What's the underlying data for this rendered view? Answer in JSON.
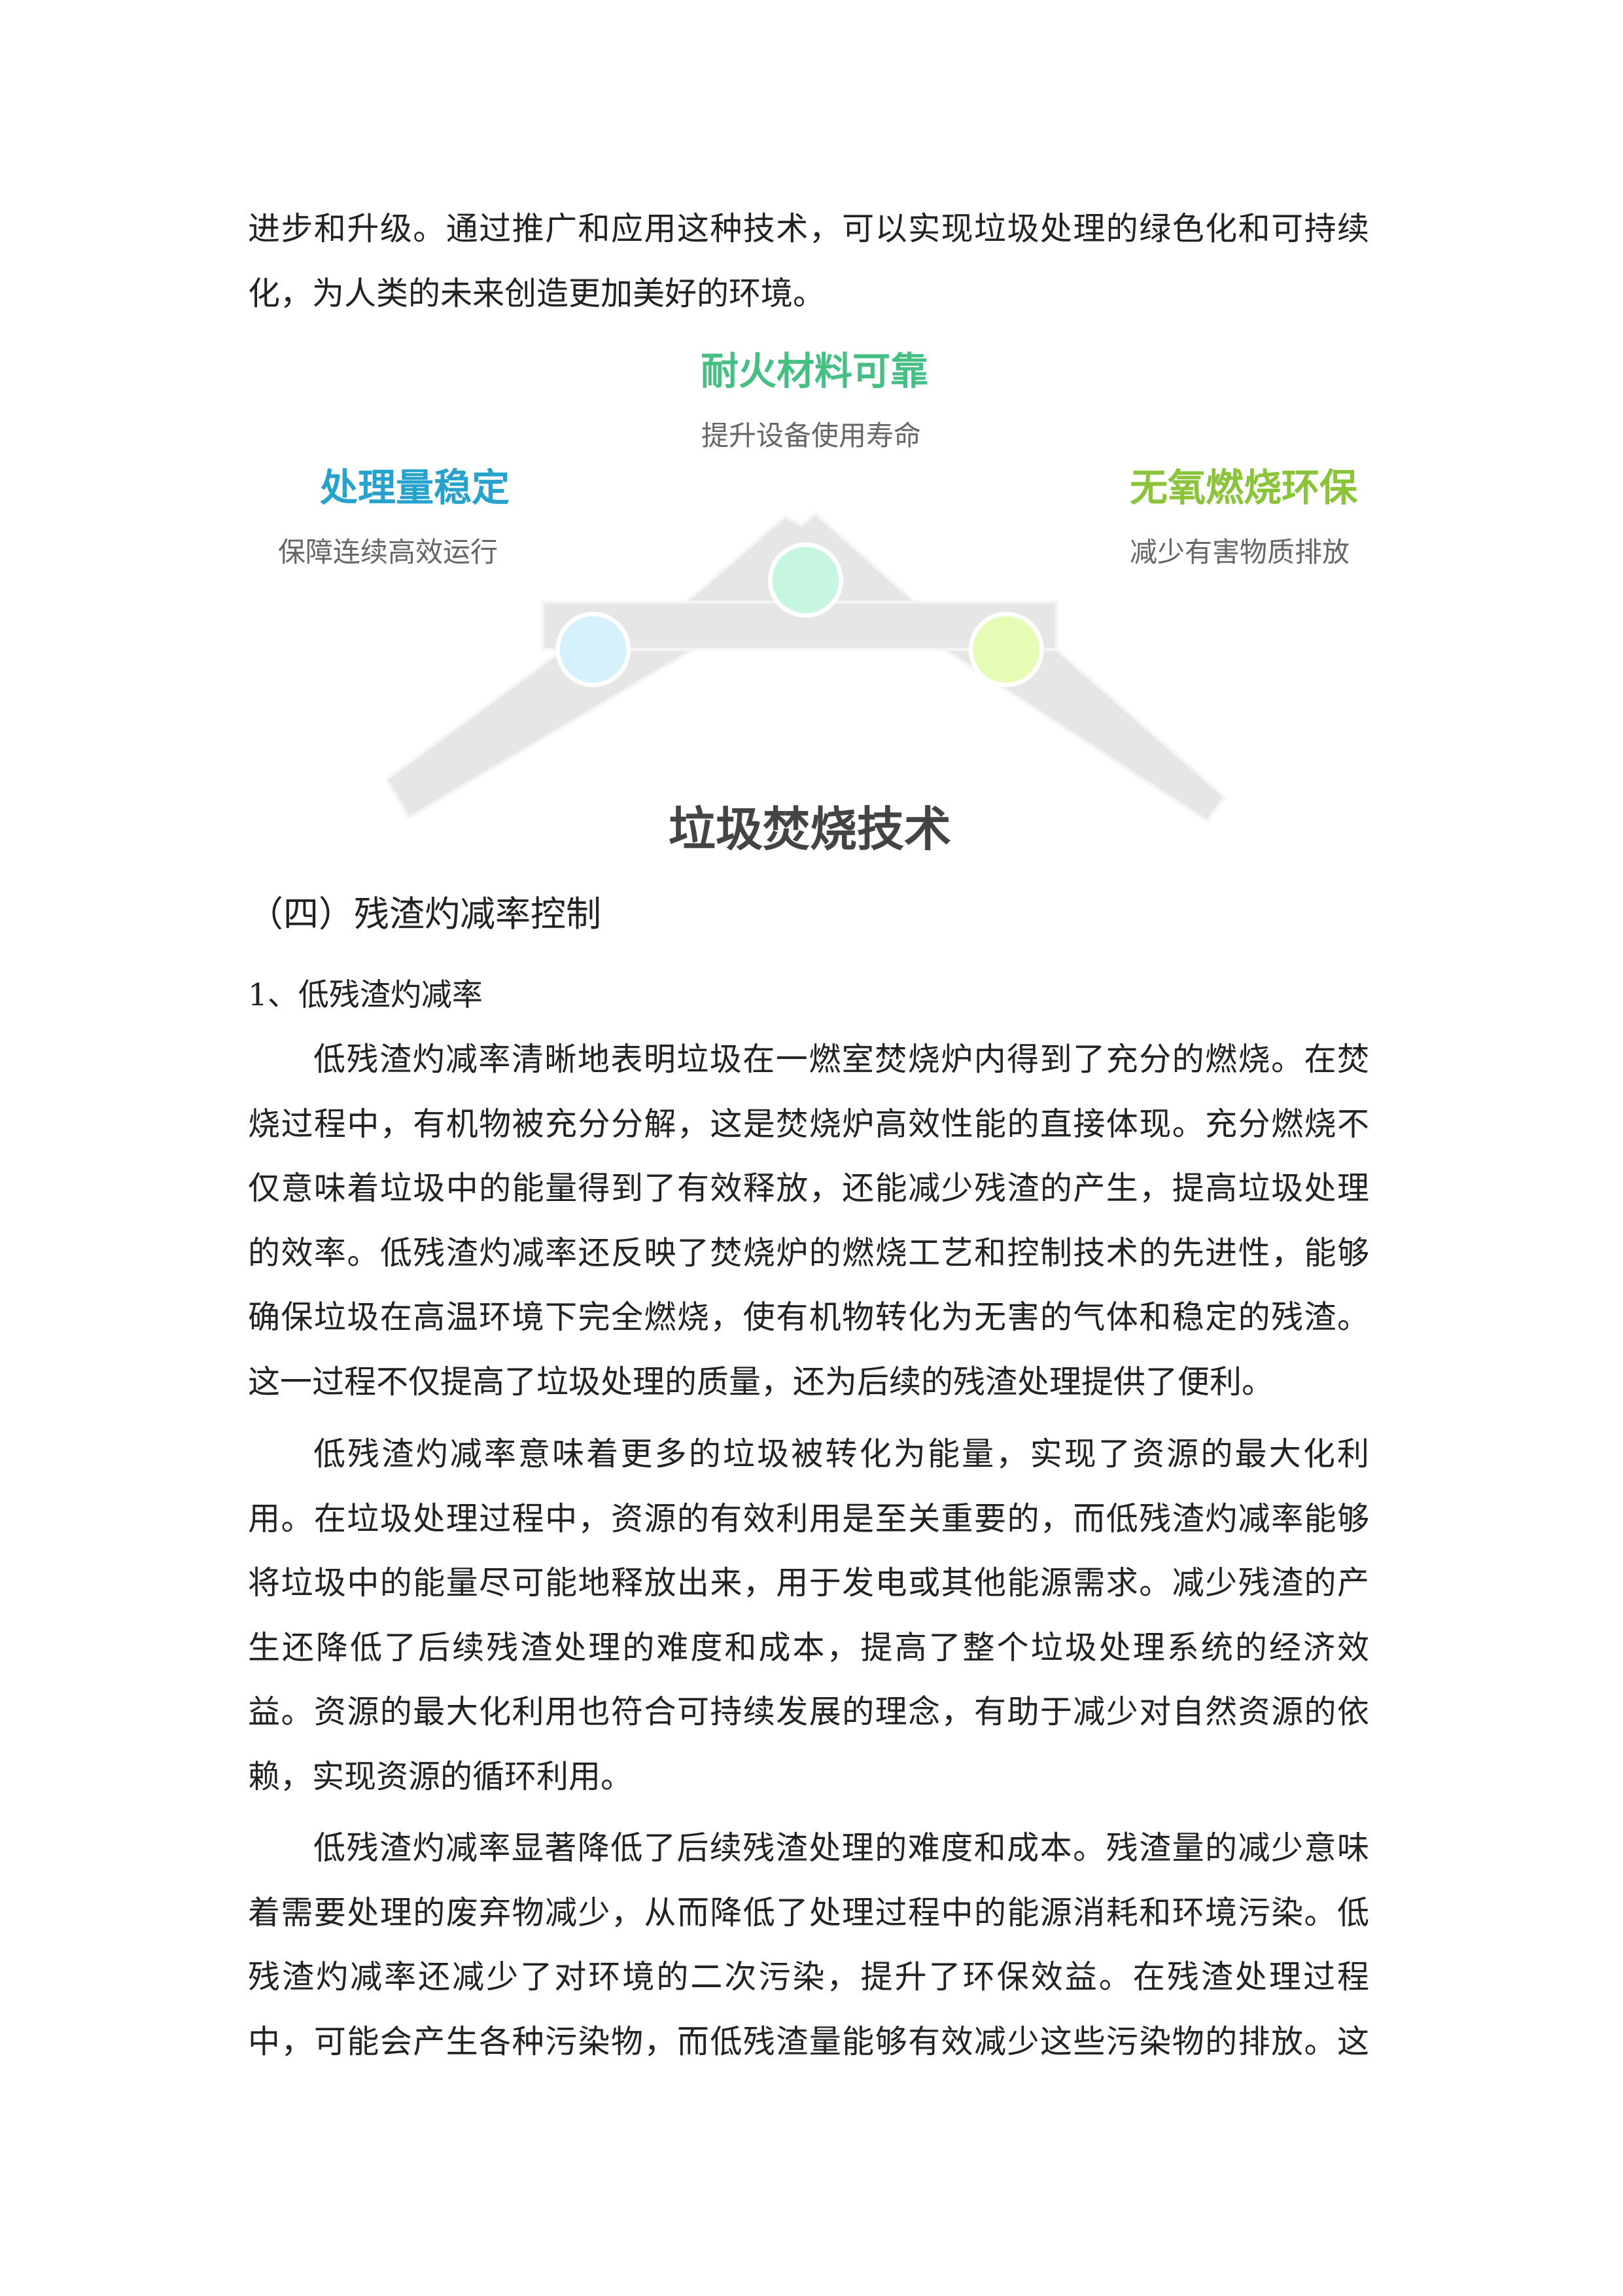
{
  "intro_lines": [
    "进步和升级。通过推广和应用这种技术，可以实现垃圾处理的绿色化和可持续",
    "化，为人类的未来创造更加美好的环境。"
  ],
  "diagram": {
    "center_title": "垃圾焚烧技术",
    "items": [
      {
        "title": "耐火材料可靠",
        "subtitle": "提升设备使用寿命",
        "color": "#46bf84",
        "circle_color": "#c6f6df"
      },
      {
        "title": "处理量稳定",
        "subtitle": "保障连续高效运行",
        "color": "#27a2cc",
        "circle_color": "#d4f1fc"
      },
      {
        "title": "无氧燃烧环保",
        "subtitle": "减少有害物质排放",
        "color": "#8bc43a",
        "circle_color": "#e6fbb6"
      }
    ],
    "shape_color": "#e6e6e6"
  },
  "section_heading": "（四）残渣灼减率控制",
  "subsection_heading": "1、低残渣灼减率",
  "paragraphs": [
    [
      "低残渣灼减率清晰地表明垃圾在一燃室焚烧炉内得到了充分的燃烧。在焚",
      "烧过程中，有机物被充分分解，这是焚烧炉高效性能的直接体现。充分燃烧不",
      "仅意味着垃圾中的能量得到了有效释放，还能减少残渣的产生，提高垃圾处理",
      "的效率。低残渣灼减率还反映了焚烧炉的燃烧工艺和控制技术的先进性，能够",
      "确保垃圾在高温环境下完全燃烧，使有机物转化为无害的气体和稳定的残渣。",
      "这一过程不仅提高了垃圾处理的质量，还为后续的残渣处理提供了便利。"
    ],
    [
      "低残渣灼减率意味着更多的垃圾被转化为能量，实现了资源的最大化利",
      "用。在垃圾处理过程中，资源的有效利用是至关重要的，而低残渣灼减率能够",
      "将垃圾中的能量尽可能地释放出来，用于发电或其他能源需求。减少残渣的产",
      "生还降低了后续残渣处理的难度和成本，提高了整个垃圾处理系统的经济效",
      "益。资源的最大化利用也符合可持续发展的理念，有助于减少对自然资源的依",
      "赖，实现资源的循环利用。"
    ],
    [
      "低残渣灼减率显著降低了后续残渣处理的难度和成本。残渣量的减少意味",
      "着需要处理的废弃物减少，从而降低了处理过程中的能源消耗和环境污染。低",
      "残渣灼减率还减少了对环境的二次污染，提升了环保效益。在残渣处理过程",
      "中，可能会产生各种污染物，而低残渣量能够有效减少这些污染物的排放。这"
    ]
  ]
}
